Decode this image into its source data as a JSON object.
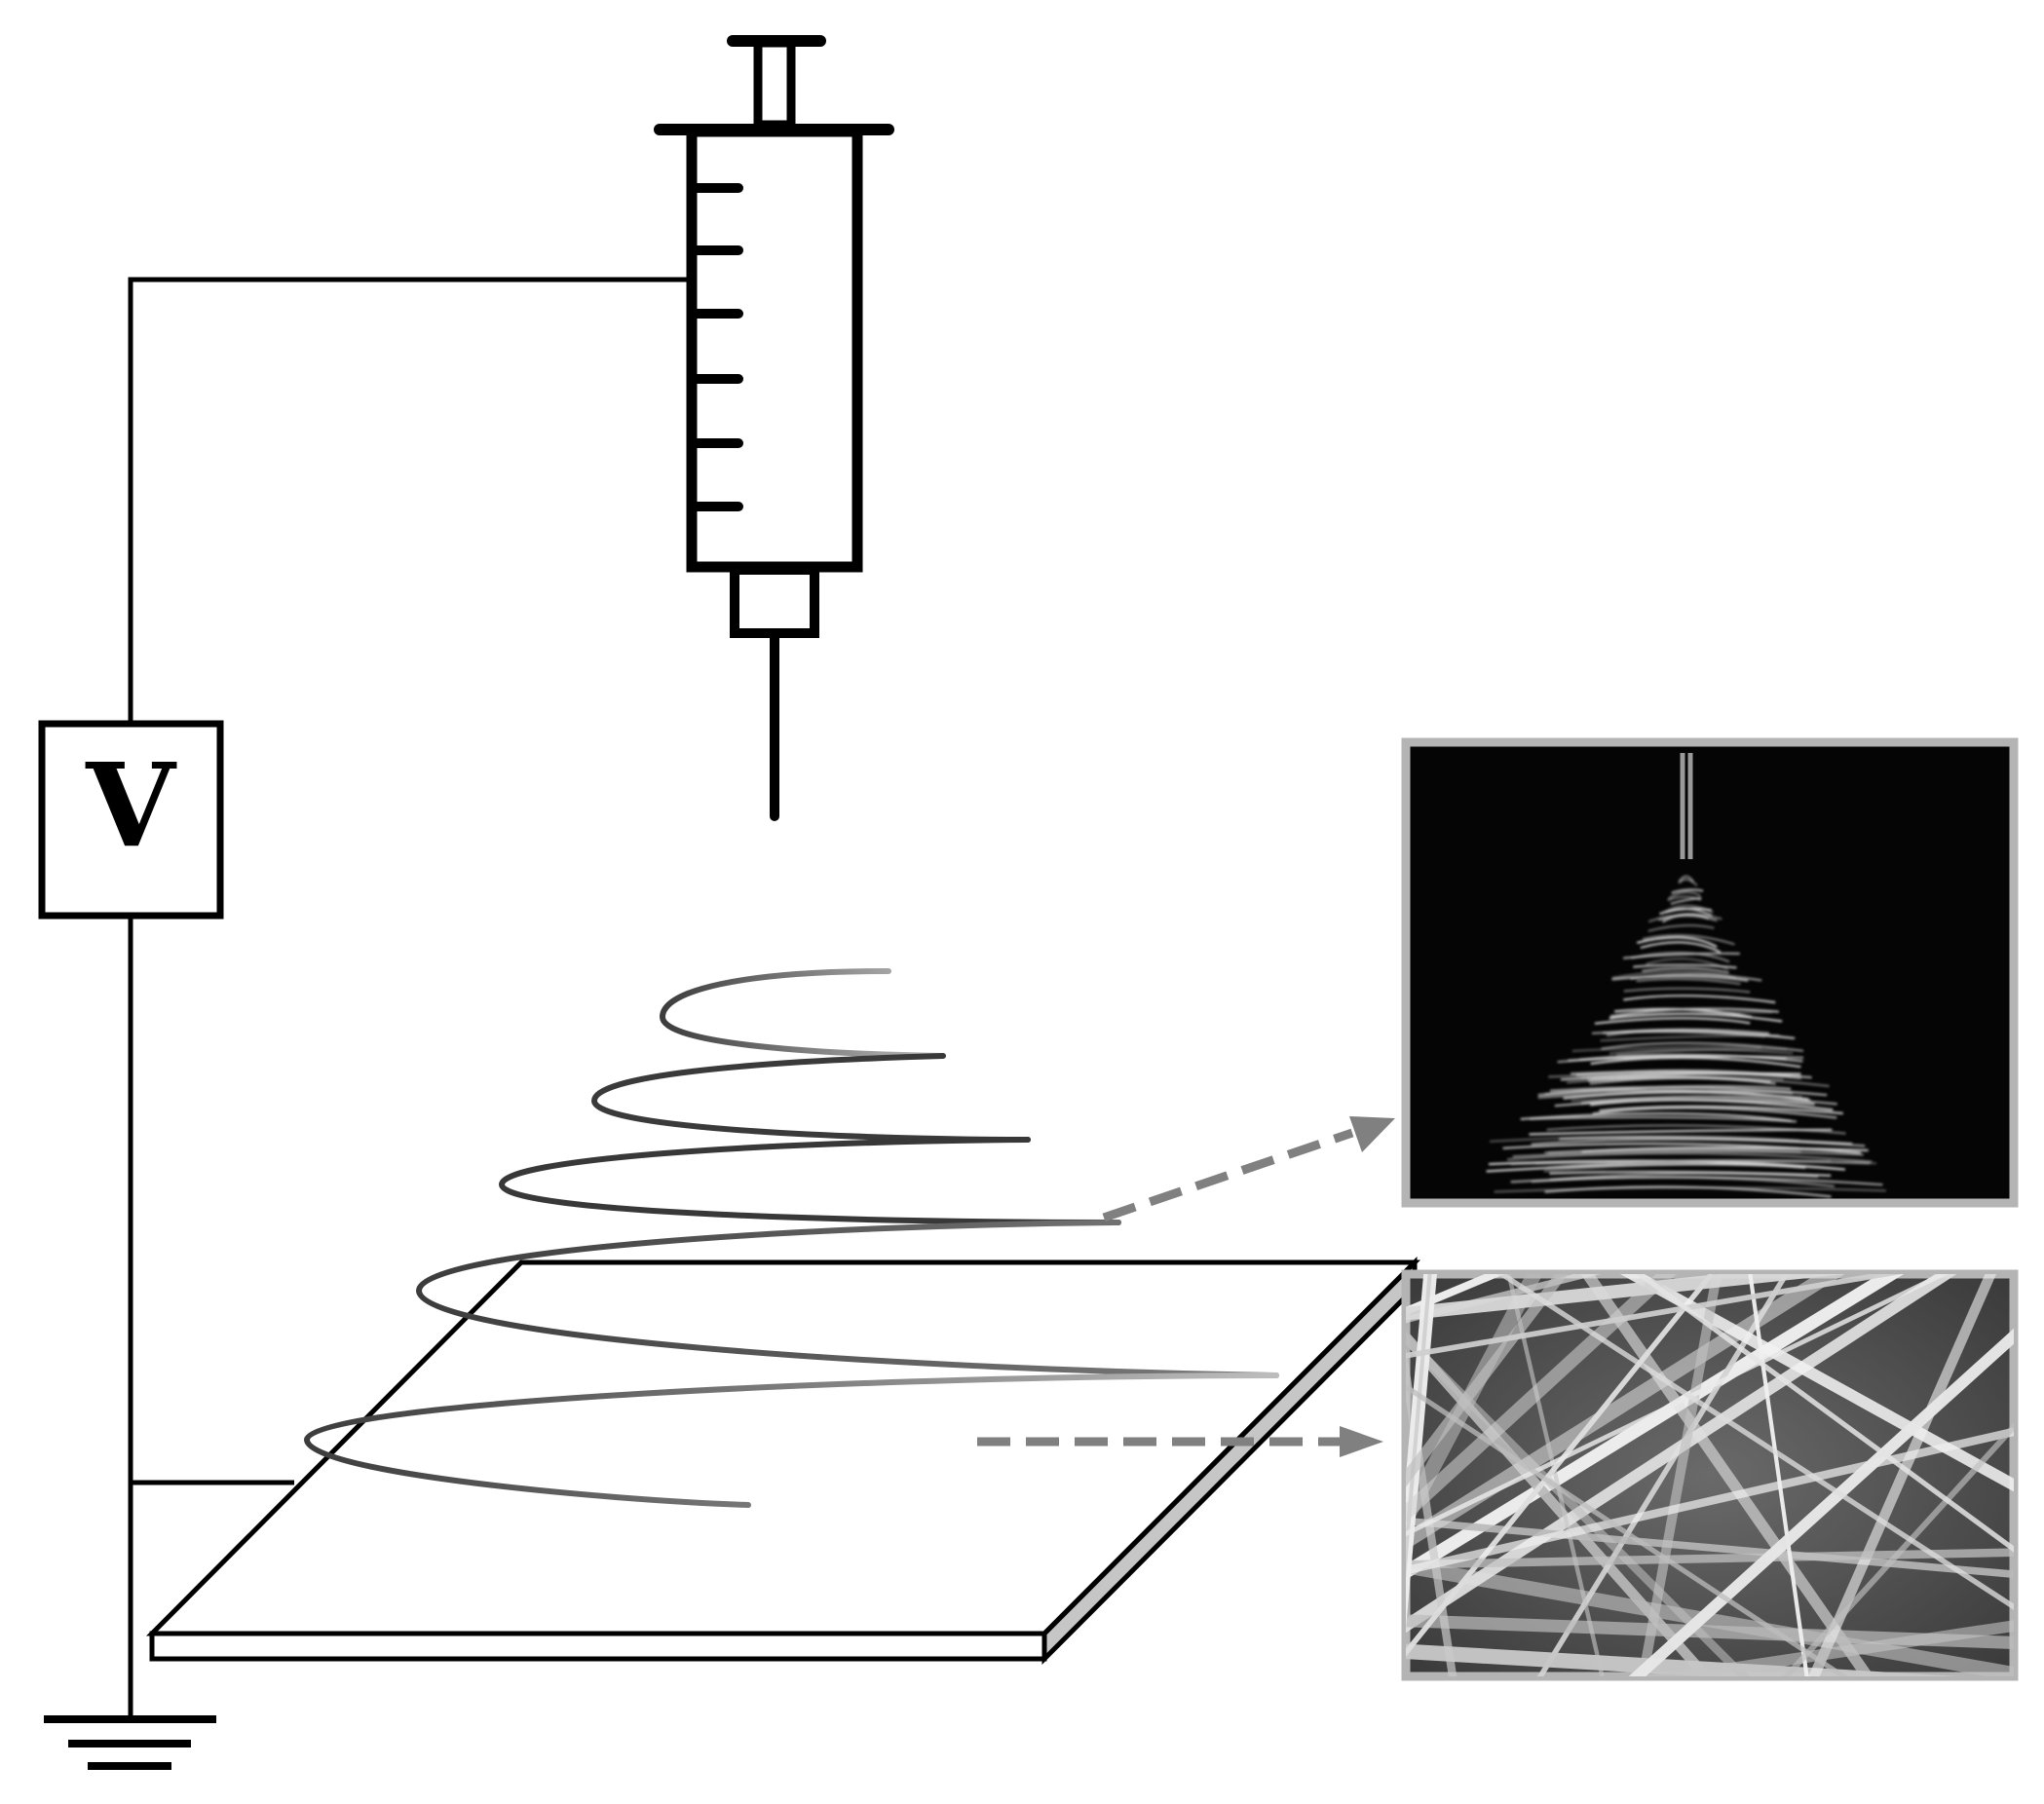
{
  "voltage_source": {
    "label": "V"
  },
  "colors": {
    "stroke": "#000000",
    "spiral_dark": "#3c3c3c",
    "spiral_light": "#8a8a8a",
    "arrow": "#808080",
    "photo_frame": "#b4b4b4",
    "photo_dark_bg": "#050505",
    "sem_bg": "#5a5a5a",
    "fiber": "#e6e6e6"
  },
  "icons": {
    "syringe": "syringe-icon",
    "ground": "ground-icon",
    "collector": "collector-plate",
    "jet": "whipping-jet-spiral"
  }
}
